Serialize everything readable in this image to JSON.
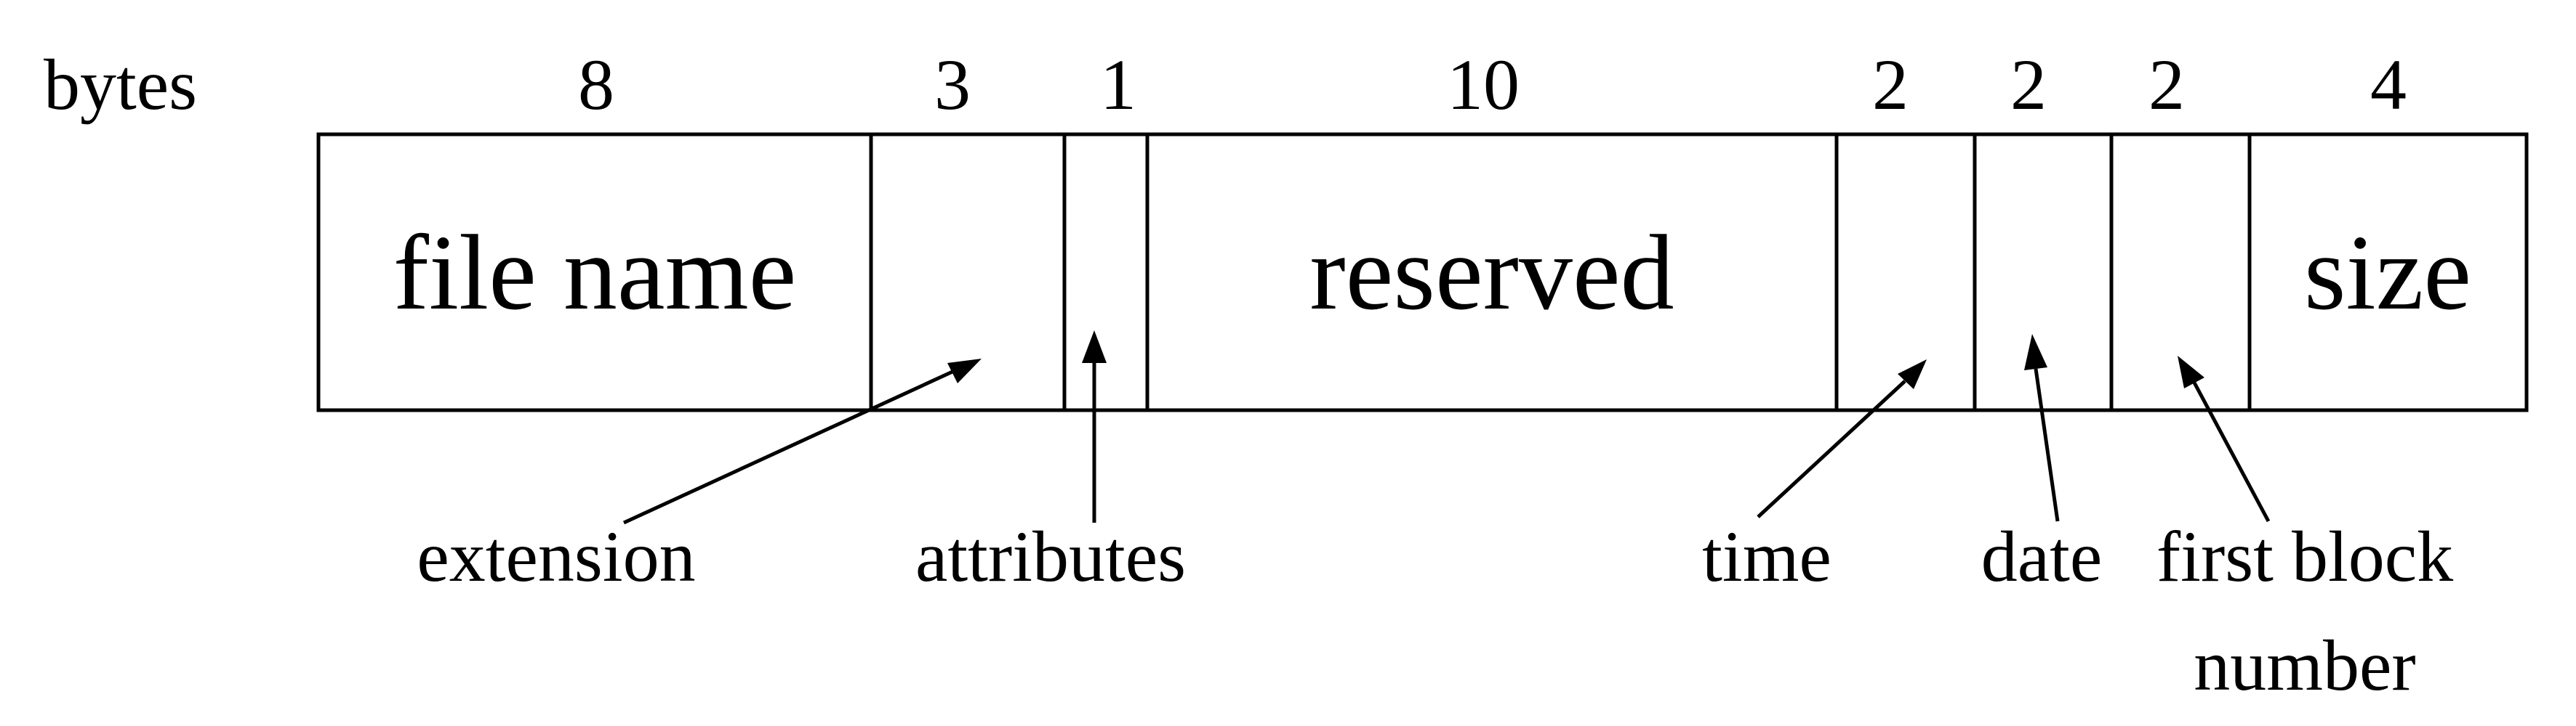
{
  "header_label": "bytes",
  "fields": [
    {
      "bytes": "8",
      "label": "file name"
    },
    {
      "bytes": "3",
      "label": ""
    },
    {
      "bytes": "1",
      "label": ""
    },
    {
      "bytes": "10",
      "label": "reserved"
    },
    {
      "bytes": "2",
      "label": ""
    },
    {
      "bytes": "2",
      "label": ""
    },
    {
      "bytes": "2",
      "label": ""
    },
    {
      "bytes": "4",
      "label": "size"
    }
  ],
  "callouts": [
    {
      "name": "extension",
      "lines": [
        "extension"
      ]
    },
    {
      "name": "attributes",
      "lines": [
        "attributes"
      ]
    },
    {
      "name": "time",
      "lines": [
        "time"
      ]
    },
    {
      "name": "date",
      "lines": [
        "date"
      ]
    },
    {
      "name": "first-block-number",
      "lines": [
        "first block",
        "number"
      ]
    }
  ]
}
